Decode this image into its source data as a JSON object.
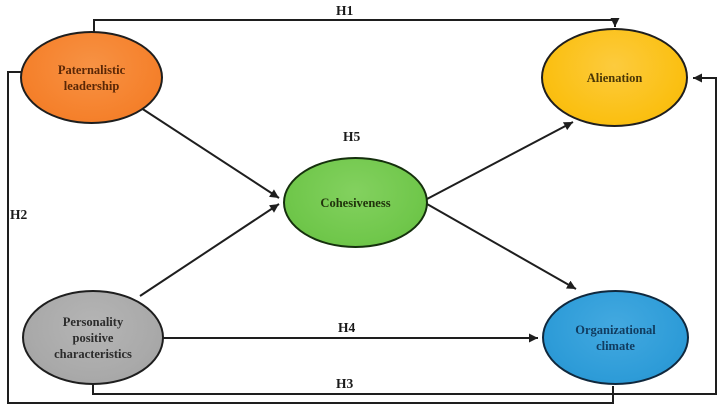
{
  "figure": {
    "type": "hypothesis-path-diagram",
    "background": "#ffffff",
    "line_color": "#1e1e1e"
  },
  "nodes": {
    "paternalistic": {
      "line1": "Paternalistic",
      "line2": "leadership",
      "fill": "#F5812C",
      "text_color": "#5A2706"
    },
    "alienation": {
      "line1": "Alienation",
      "fill": "#FBC013",
      "text_color": "#4A3606"
    },
    "cohesiveness": {
      "line1": "Cohesiveness",
      "fill": "#70C74B",
      "text_color": "#21330C"
    },
    "personality": {
      "line1": "Personality",
      "line2": "positive",
      "line3": "characteristics",
      "fill": "#A9A9A9",
      "text_color": "#2B2B2B"
    },
    "climate": {
      "line1": "Organizational",
      "line2": "climate",
      "fill": "#2E9CD8",
      "text_color": "#113C60"
    }
  },
  "labels": {
    "h1": "H1",
    "h2": "H2",
    "h3": "H3",
    "h4": "H4",
    "h5": "H5"
  },
  "edges": [
    {
      "label": "H1",
      "from": "Paternalistic leadership",
      "to": "Alienation"
    },
    {
      "label": "H2",
      "from": "Paternalistic leadership",
      "to": "Organizational climate"
    },
    {
      "label": "H3",
      "from": "Personality positive characteristics",
      "to": "Alienation"
    },
    {
      "label": "H4",
      "from": "Personality positive characteristics",
      "to": "Organizational climate"
    },
    {
      "label": "H5",
      "from": "Cohesiveness",
      "to": "Alienation and Organizational climate"
    },
    {
      "label": "",
      "from": "Paternalistic leadership",
      "to": "Cohesiveness"
    },
    {
      "label": "",
      "from": "Personality positive characteristics",
      "to": "Cohesiveness"
    }
  ]
}
